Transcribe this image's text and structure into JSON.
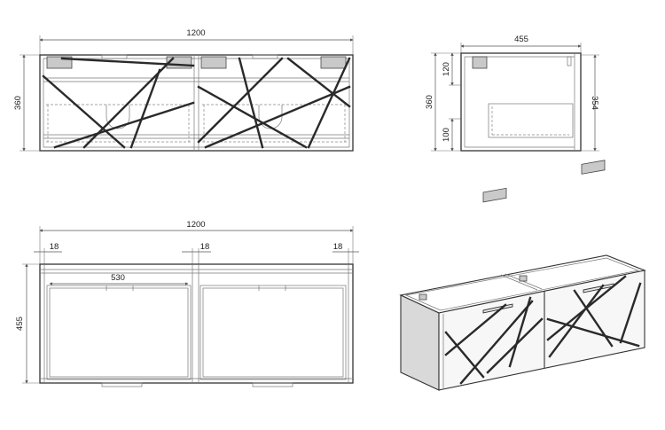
{
  "front_view": {
    "width_dim": "1200",
    "height_dim": "360"
  },
  "side_view": {
    "depth_dim": "455",
    "height_dim": "360",
    "height_inner_dim": "354",
    "upper_dim": "120",
    "lower_dim": "100"
  },
  "top_view": {
    "width_dim": "1200",
    "depth_dim": "455",
    "panel_left_dim": "18",
    "panel_mid_dim": "18",
    "panel_right_dim": "18",
    "drawer_dim": "530"
  },
  "colors": {
    "line": "#333333",
    "pattern": "#2a2a2a",
    "hinge": "#c9c9c9",
    "face": "#e0e0e0"
  }
}
